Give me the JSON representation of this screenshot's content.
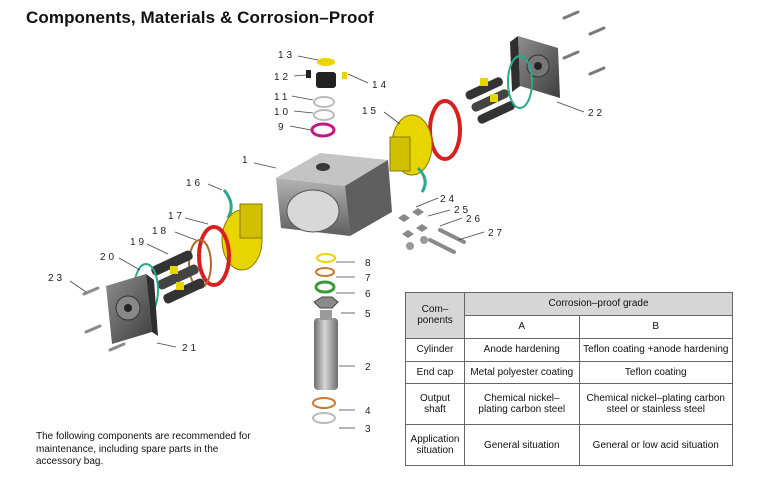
{
  "title": "Components, Materials & Corrosion–Proof",
  "callouts": [
    "1",
    "2",
    "3",
    "4",
    "5",
    "6",
    "7",
    "8",
    "9",
    "10",
    "11",
    "12",
    "13",
    "14",
    "15",
    "16",
    "17",
    "18",
    "19",
    "20",
    "21",
    "22",
    "23",
    "24",
    "25",
    "26",
    "27"
  ],
  "note": "The following components are recommended for maintenance, including spare parts in the accessory bag.",
  "table": {
    "components_header": "Com– ponents",
    "grade_header": "Corrosion–proof grade",
    "col_a": "A",
    "col_b": "B",
    "rows": [
      {
        "component": "Cylinder",
        "a": "Anode hardening",
        "b": "Teflon coating +anode hardening"
      },
      {
        "component": "End cap",
        "a": "Metal polyester coating",
        "b": "Teflon coating"
      },
      {
        "component": "Output shaft",
        "a": "Chemical nickel– plating carbon steel",
        "b": "Chemical nickel–plating carbon steel or stainless steel"
      },
      {
        "component": "Application situation",
        "a": "General situation",
        "b": "General or low acid situation"
      }
    ]
  },
  "colors": {
    "body": "#8a8a8a",
    "yellow": "#e8d400",
    "red": "#d92020",
    "teal": "#2aa88a",
    "magenta": "#c01888",
    "orange": "#c87a30",
    "green": "#3a9a3a"
  }
}
